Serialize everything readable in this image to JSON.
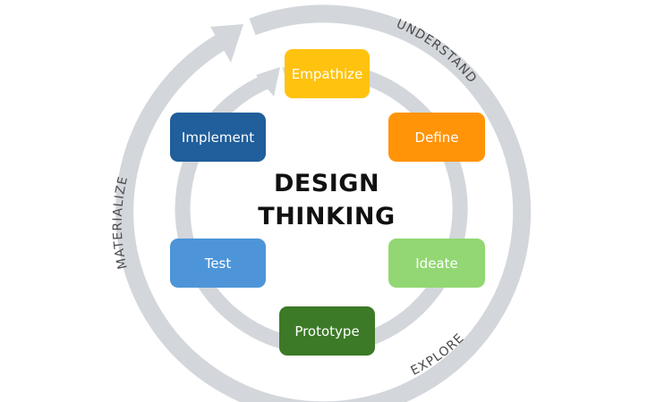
{
  "diagram": {
    "title_line1": "DESIGN",
    "title_line2": "THINKING",
    "phases": {
      "understand": "UNDERSTAND",
      "explore": "EXPLORE",
      "materialize": "MATERIALIZE"
    },
    "stages": [
      {
        "label": "Empathize",
        "color": "#FFC20E"
      },
      {
        "label": "Define",
        "color": "#FF9408"
      },
      {
        "label": "Ideate",
        "color": "#92D773"
      },
      {
        "label": "Prototype",
        "color": "#3C7A27"
      },
      {
        "label": "Test",
        "color": "#4D95D8"
      },
      {
        "label": "Implement",
        "color": "#215E9C"
      }
    ],
    "ring_color": "#D3D6DB"
  }
}
